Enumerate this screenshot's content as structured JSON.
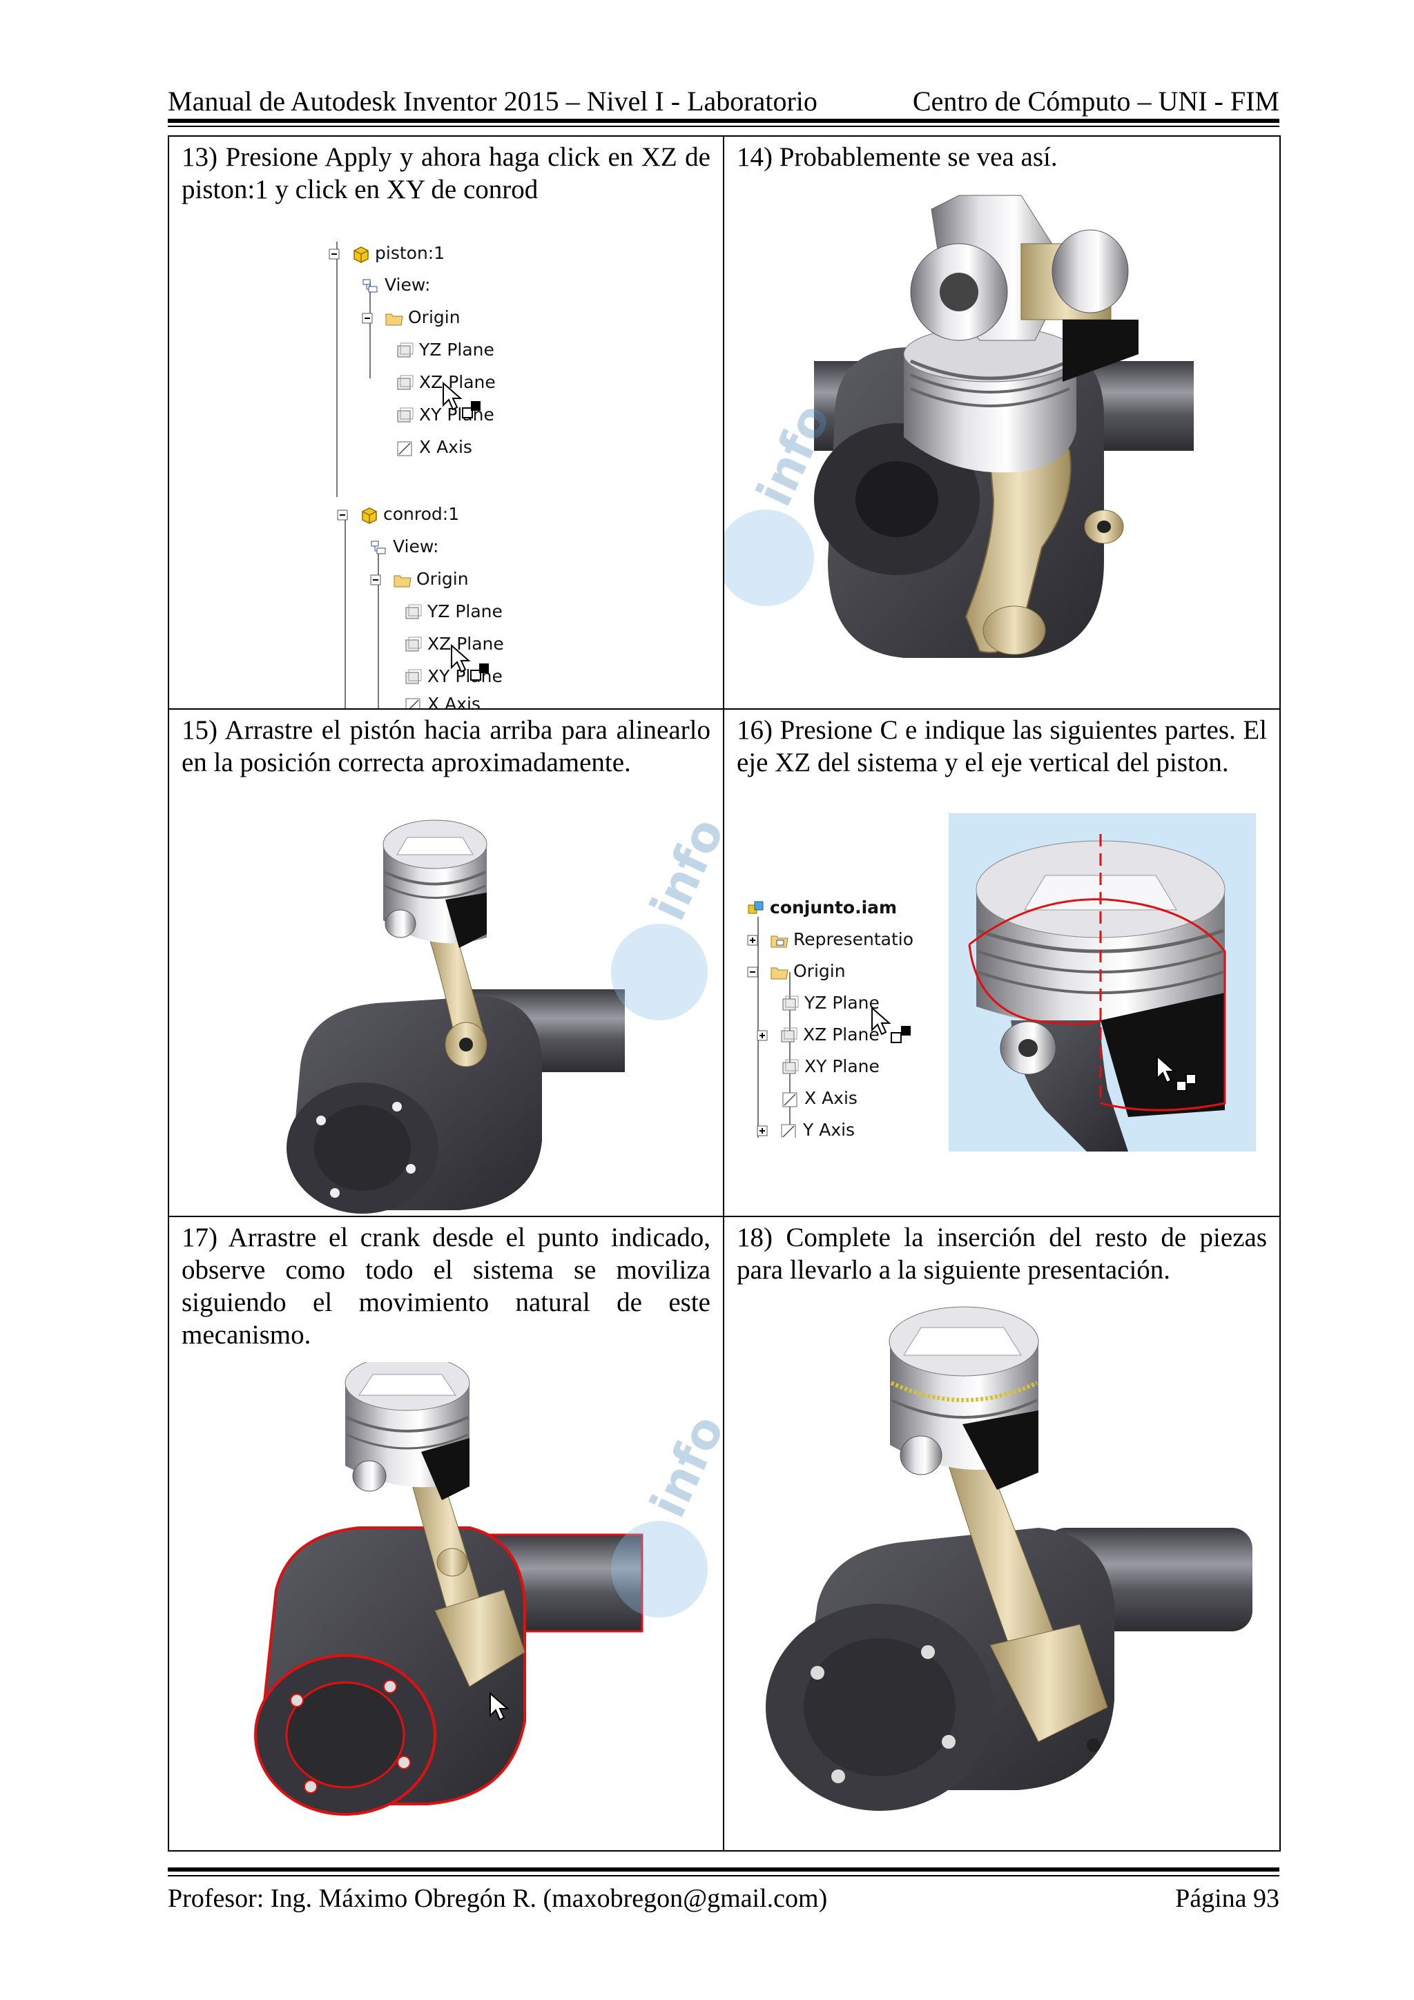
{
  "header": {
    "left": "Manual de Autodesk Inventor 2015 – Nivel I - Laboratorio",
    "right": "Centro de Cómputo – UNI - FIM"
  },
  "steps": [
    {
      "text": "13) Presione Apply y ahora haga click en XZ de piston:1 y click en XY de conrod"
    },
    {
      "text": "14) Probablemente se vea así."
    },
    {
      "text": "15) Arrastre el pistón hacia arriba para alinearlo en la posición correcta aproximadamente."
    },
    {
      "text": "16) Presione C e indique las siguientes partes. El eje XZ del sistema y el eje vertical del piston."
    },
    {
      "text": "17) Arrastre el crank desde el punto indicado, observe como todo el sistema se moviliza siguiendo el movimiento natural de este mecanismo."
    },
    {
      "text": "18) Complete la inserción del resto de piezas para llevarlo a la siguiente presentación."
    }
  ],
  "tree13": {
    "piston": "piston:1",
    "view": "View:",
    "origin": "Origin",
    "yz": "YZ Plane",
    "xz": "XZ Plane",
    "xy": "XY Plane",
    "xaxis": "X Axis",
    "conrod": "conrod:1",
    "view2": "View:",
    "origin2": "Origin",
    "yz2": "YZ Plane",
    "xz2": "XZ Plane",
    "xy2": "XY Plane",
    "xaxis2": "X Axis"
  },
  "tree16": {
    "root": "conjunto.iam",
    "repr": "Representatio",
    "origin": "Origin",
    "yz": "YZ Plane",
    "xz": "XZ Plane",
    "xy": "XY Plane",
    "xaxis": "X Axis",
    "yaxis": "Y Axis"
  },
  "footer": {
    "left": "Profesor: Ing. Máximo Obregón R. (maxobregon@gmail.com)",
    "right": "Página 93"
  }
}
